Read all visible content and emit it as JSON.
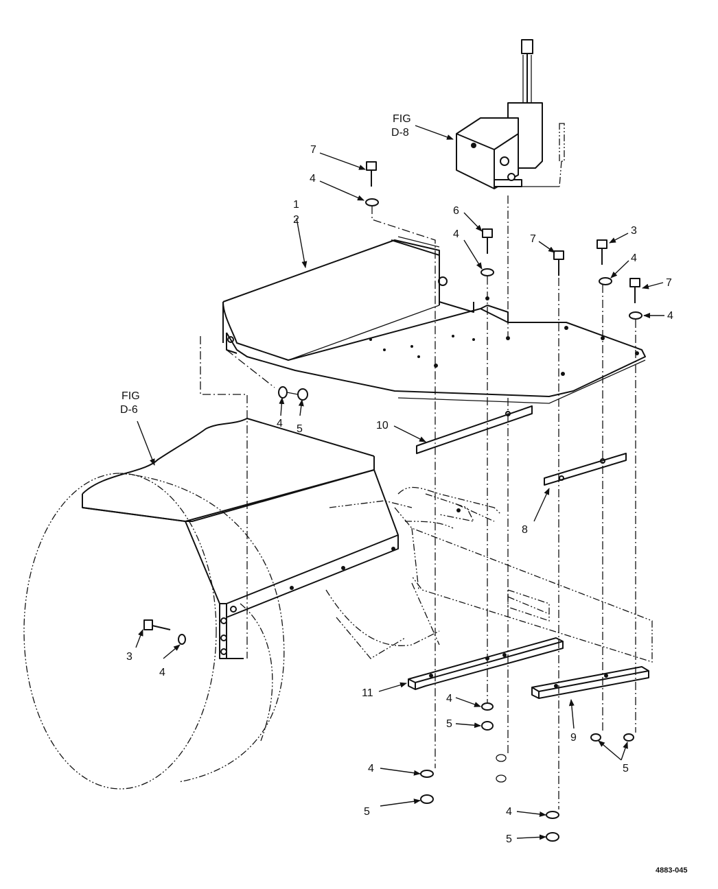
{
  "labels": {
    "fig_d8_line1": "FIG",
    "fig_d8_line2": "D-8",
    "fig_d6_line1": "FIG",
    "fig_d6_line2": "D-6",
    "item_1": "1",
    "item_2": "2",
    "item_3": "3",
    "item_4": "4",
    "item_5": "5",
    "item_6": "6",
    "item_7": "7",
    "item_8": "8",
    "item_9": "9",
    "item_10": "10",
    "item_11": "11"
  },
  "figure_number": "4883-045",
  "colors": {
    "ink": "#111111",
    "paper": "#ffffff"
  }
}
